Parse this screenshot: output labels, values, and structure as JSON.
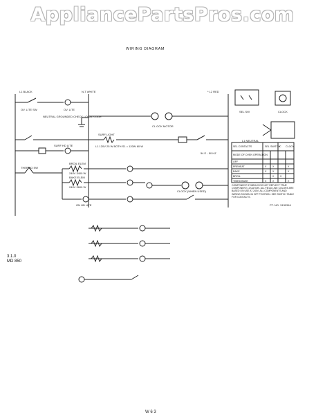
{
  "watermark": "AppliancePartsPros.com",
  "diagram_title": "WIRING DIAGRAM",
  "model": {
    "line1": "3.1.0",
    "line2": "MD 850"
  },
  "wire_labels": {
    "l1": "L1 BLACK",
    "n": "N-T WHITE",
    "l2": "* L2 RED"
  },
  "component_labels": {
    "ov_lite_sw": "OV. LITE SW",
    "ov_lite": "OV. LITE",
    "neutral_note": "NEUTRAL GROUNDED CHECK LOCAL CODE",
    "surf_light": "SURF LIGHT",
    "clock_motor": "CL OCK MOTOR",
    "surf_hd_lite": "SURF HD LITE",
    "broil_elem": "BROIL ELEM",
    "bake_elem": "BAKE ELEM",
    "on_hd_lite": "ON HD LITE",
    "clock_when_used": "CLOCK (WHEN USED)",
    "sel_sw": "SEL SW",
    "clock": "CLOCK",
    "thermo_sw": "THERMO SW",
    "ll_neutral": "L1 NEUTRAL",
    "pt_no": "PT. NO. 3130316"
  },
  "small_text": {
    "surf_light_spec": "L1 120V 25 W BOTH S1 = 120W 60 W",
    "broil_spec": "240V 3400 W",
    "bake_spec": "240V 2600 W",
    "sw_spec": "54 E - 50 HZ"
  },
  "table": {
    "headers": [
      "SEL CONTACTS",
      "SEL",
      "SWITCH",
      "C",
      "CLOCK"
    ],
    "mode_header": "MODE OF OVEN OPERATION",
    "rows": [
      {
        "mode": "OFF",
        "marks": [
          "",
          "",
          "",
          ""
        ]
      },
      {
        "mode": "PREHEAT",
        "marks": [
          "X",
          "X",
          "",
          "X"
        ]
      },
      {
        "mode": "BAKE",
        "marks": [
          "X",
          "X",
          "",
          "X"
        ]
      },
      {
        "mode": "BROIL",
        "marks": [
          "",
          "X",
          "X",
          ""
        ]
      },
      {
        "mode": "TIMED BAKE",
        "marks": [
          "X",
          "X",
          "",
          "X"
        ]
      }
    ],
    "note": "COMPONENT SYMBOLS DO NOT REFLECT TRUE COMPONENT LOCATION. ALL FIELD LINE COLORS ARE BASED ON USE AT 240V. ALL COMPONENTS AND WIRING SHOWN IN OFF POSITION. SEE SWITCH TABLE FOR CONTACTS."
  },
  "footer": "W 6 3"
}
